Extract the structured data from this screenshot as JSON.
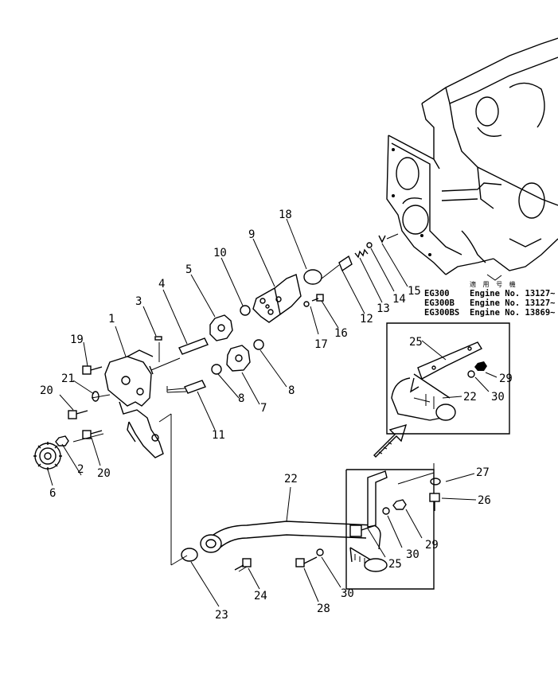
{
  "callouts": [
    {
      "id": "1",
      "text": "1"
    },
    {
      "id": "2",
      "text": "2"
    },
    {
      "id": "3",
      "text": "3"
    },
    {
      "id": "4",
      "text": "4"
    },
    {
      "id": "5",
      "text": "5"
    },
    {
      "id": "6",
      "text": "6"
    },
    {
      "id": "7",
      "text": "7"
    },
    {
      "id": "8a",
      "text": "8"
    },
    {
      "id": "8b",
      "text": "8"
    },
    {
      "id": "9",
      "text": "9"
    },
    {
      "id": "10",
      "text": "10"
    },
    {
      "id": "11",
      "text": "11"
    },
    {
      "id": "12",
      "text": "12"
    },
    {
      "id": "13",
      "text": "13"
    },
    {
      "id": "14",
      "text": "14"
    },
    {
      "id": "15",
      "text": "15"
    },
    {
      "id": "16",
      "text": "16"
    },
    {
      "id": "17",
      "text": "17"
    },
    {
      "id": "18",
      "text": "18"
    },
    {
      "id": "19",
      "text": "19"
    },
    {
      "id": "20a",
      "text": "20"
    },
    {
      "id": "20b",
      "text": "20"
    },
    {
      "id": "21",
      "text": "21"
    },
    {
      "id": "22a",
      "text": "22"
    },
    {
      "id": "22b",
      "text": "22"
    },
    {
      "id": "23",
      "text": "23"
    },
    {
      "id": "24",
      "text": "24"
    },
    {
      "id": "25a",
      "text": "25"
    },
    {
      "id": "25b",
      "text": "25"
    },
    {
      "id": "26",
      "text": "26"
    },
    {
      "id": "27",
      "text": "27"
    },
    {
      "id": "28",
      "text": "28"
    },
    {
      "id": "29a",
      "text": "29"
    },
    {
      "id": "29b",
      "text": "29"
    },
    {
      "id": "30a",
      "text": "30"
    },
    {
      "id": "30b",
      "text": "30"
    },
    {
      "id": "30c",
      "text": "30"
    }
  ],
  "applicability": {
    "header": "適 用 号 機",
    "rows": [
      {
        "model": "EG300",
        "serial": "Engine No. 13127~"
      },
      {
        "model": "EG300B",
        "serial": "Engine No. 13127~"
      },
      {
        "model": "EG300BS",
        "serial": "Engine No. 13869~"
      }
    ]
  }
}
